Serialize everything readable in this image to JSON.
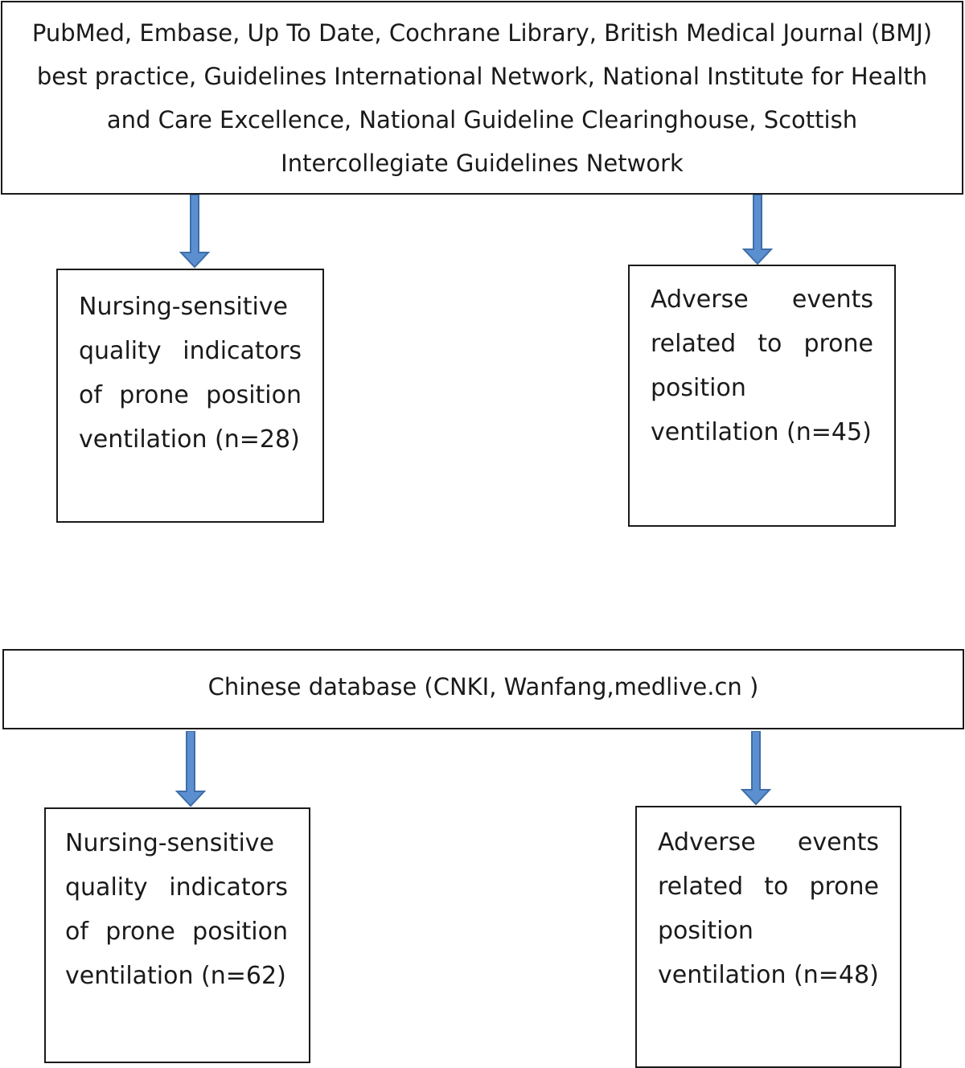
{
  "top_source": {
    "text": "PubMed, Embase, Up To Date, Cochrane Library, British Medical Journal (BMJ) best practice, Guidelines International Network, National Institute for Health and Care Excellence, National Guideline Clearinghouse, Scottish Intercollegiate Guidelines Network"
  },
  "top_left_result": {
    "text": "Nursing-sensitive quality indicators of prone position ventilation (n=28)"
  },
  "top_right_result": {
    "text": "Adverse events related to prone position ventilation (n=45)"
  },
  "middle_source": {
    "text": "Chinese database (CNKI, Wanfang,medlive.cn )"
  },
  "bottom_left_result": {
    "text": "Nursing-sensitive quality indicators of prone position ventilation (n=62)"
  },
  "bottom_right_result": {
    "text": "Adverse events related to prone position ventilation (n=48)"
  },
  "colors": {
    "arrow_fill": "#5b8fd0",
    "arrow_stroke": "#3f6ea8",
    "box_border": "#1a1a1a"
  }
}
